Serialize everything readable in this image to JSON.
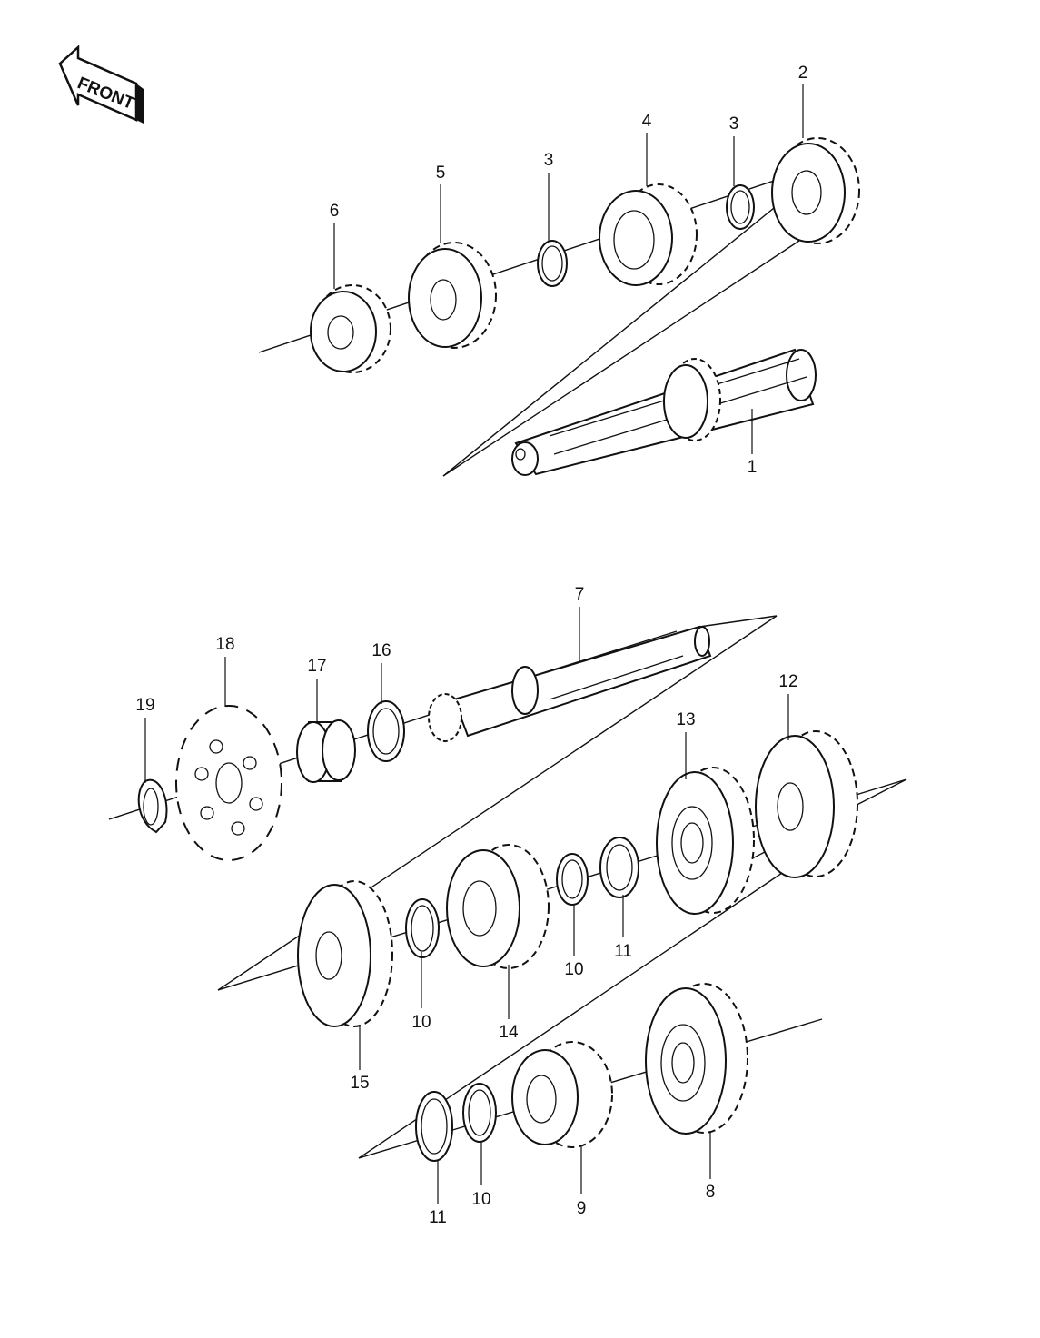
{
  "front_label": "FRONT",
  "callouts": {
    "p1": "1",
    "p2": "2",
    "p3a": "3",
    "p3b": "3",
    "p4": "4",
    "p5": "5",
    "p6": "6",
    "p7": "7",
    "p8": "8",
    "p9": "9",
    "p10a": "10",
    "p10b": "10",
    "p10c": "10",
    "p11a": "11",
    "p11b": "11",
    "p12": "12",
    "p13": "13",
    "p14": "14",
    "p15": "15",
    "p16": "16",
    "p17": "17",
    "p18": "18",
    "p19": "19"
  }
}
